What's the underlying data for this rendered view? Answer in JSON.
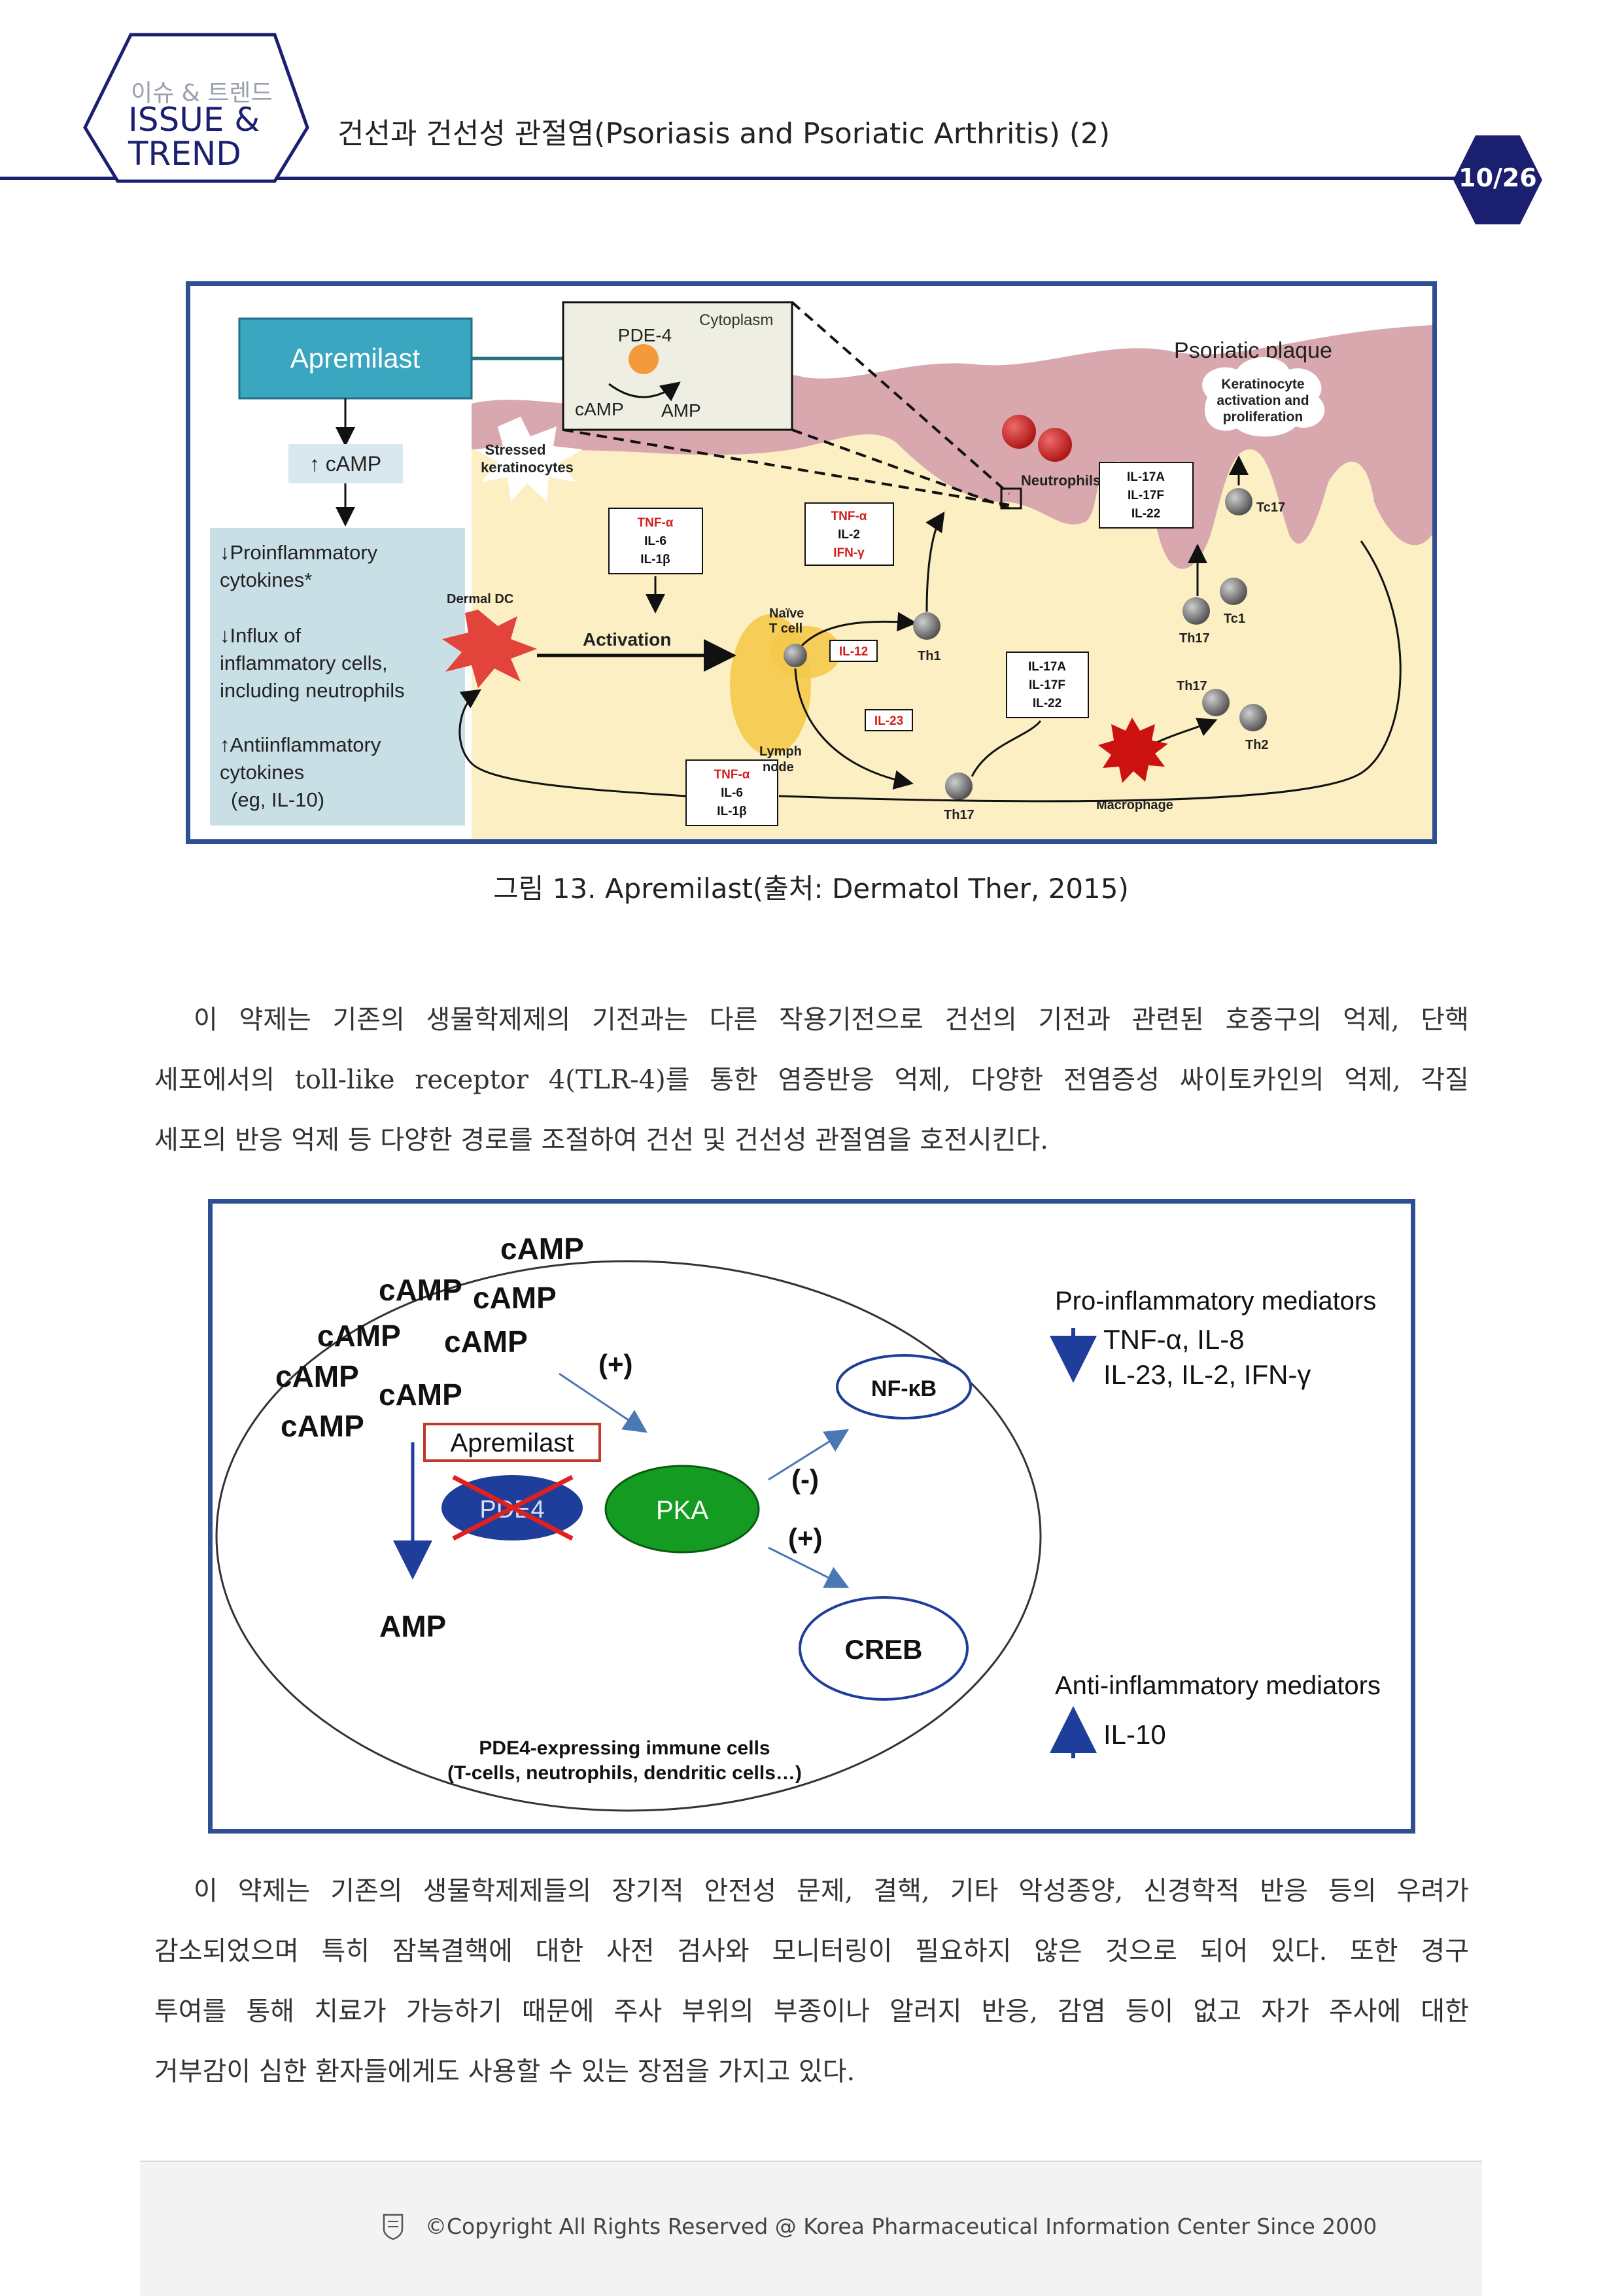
{
  "header": {
    "category_small": "이슈 & 트렌드",
    "category_line1": "ISSUE &",
    "category_line2": "TREND",
    "title": "건선과 건선성 관절염(Psoriasis and Psoriatic Arthritis) (2)",
    "page": "10/26"
  },
  "figure1": {
    "drug": "Apremilast",
    "camp_effect": "↑ cAMP",
    "effects": {
      "l1": "↓Proinflammatory",
      "l2": "cytokines*",
      "l3": "↓Influx of",
      "l4": "inflammatory cells,",
      "l5": "including neutrophils",
      "l6": "↑Antiinflammatory",
      "l7": "cytokines",
      "l8": "(eg, IL-10)"
    },
    "cyto": {
      "pde": "PDE-4",
      "label": "Cytoplasm",
      "camp": "cAMP",
      "amp": "AMP"
    },
    "plaque": "Psoriatic plaque",
    "kera1": "Keratinocyte",
    "kera2": "activation and",
    "kera3": "proliferation",
    "stressed1": "Stressed",
    "stressed2": "keratinocytes",
    "neutrophils": "Neutrophils",
    "box1": {
      "a": "TNF-α",
      "b": "IL-6",
      "c": "IL-1β"
    },
    "box2": {
      "a": "TNF-α",
      "b": "IL-2",
      "c": "IFN-γ"
    },
    "box3": {
      "a": "IL-17A",
      "b": "IL-17F",
      "c": "IL-22"
    },
    "box4": {
      "a": "IL-17A",
      "b": "IL-17F",
      "c": "IL-22"
    },
    "box5": {
      "a": "TNF-α",
      "b": "IL-6",
      "c": "IL-1β"
    },
    "dermal_dc": "Dermal DC",
    "activation": "Activation",
    "naive1": "Naïve",
    "naive2": "T cell",
    "lymph1": "Lymph",
    "lymph2": "node",
    "il12": "IL-12",
    "il23": "IL-23",
    "th1": "Th1",
    "th17a": "Th17",
    "th17b": "Th17",
    "th17c": "Th17",
    "th2": "Th2",
    "tc1": "Tc1",
    "tc17": "Tc17",
    "macrophage": "Macrophage"
  },
  "caption": "그림 13. Apremilast(출처: Dermatol Ther, 2015)",
  "para1": {
    "l1": "이 약제는 기존의 생물학제제의 기전과는 다른 작용기전으로 건선의 기전과 관련된 호중구의 억제, 단핵",
    "l2": "세포에서의 toll-like receptor 4(TLR-4)를 통한 염증반응 억제, 다양한 전염증성 싸이토카인의 억제, 각질",
    "l3": "세포의 반응 억제 등 다양한 경로를 조절하여 건선 및 건선성 관절염을 호전시킨다."
  },
  "figure2": {
    "camp": "cAMP",
    "drug": "Apremilast",
    "pde4": "PDE4",
    "pka": "PKA",
    "nfkb": "NF-κB",
    "creb": "CREB",
    "amp": "AMP",
    "plus": "(+)",
    "minus": "(-)",
    "cells1": "PDE4-expressing immune cells",
    "cells2": "(T-cells, neutrophils, dendritic cells…)",
    "pro_title": "Pro-inflammatory mediators",
    "pro_l1": "TNF-α, IL-8",
    "pro_l2": "IL-23, IL-2, IFN-γ",
    "anti_title": "Anti-inflammatory mediators",
    "anti_l1": "IL-10"
  },
  "para2": {
    "l1": "이 약제는 기존의 생물학제제들의 장기적 안전성 문제, 결핵, 기타 악성종양, 신경학적 반응 등의 우려가",
    "l2": "감소되었으며 특히 잠복결핵에 대한 사전 검사와 모니터링이 필요하지 않은 것으로 되어 있다. 또한 경구",
    "l3": "투여를 통해 치료가 가능하기 때문에 주사 부위의 부종이나 알러지 반응, 감염 등이 없고 자가 주사에 대한",
    "l4": "거부감이 심한 환자들에게도 사용할 수 있는 장점을 가지고 있다."
  },
  "footer": "©Copyright All Rights Reserved @ Korea Pharmaceutical Information Center Since 2000",
  "colors": {
    "navy": "#1b1f6f",
    "frame": "#2f4f93",
    "apremilast_box": "#3aa6bf",
    "plaque": "#d9a7ae"
  }
}
